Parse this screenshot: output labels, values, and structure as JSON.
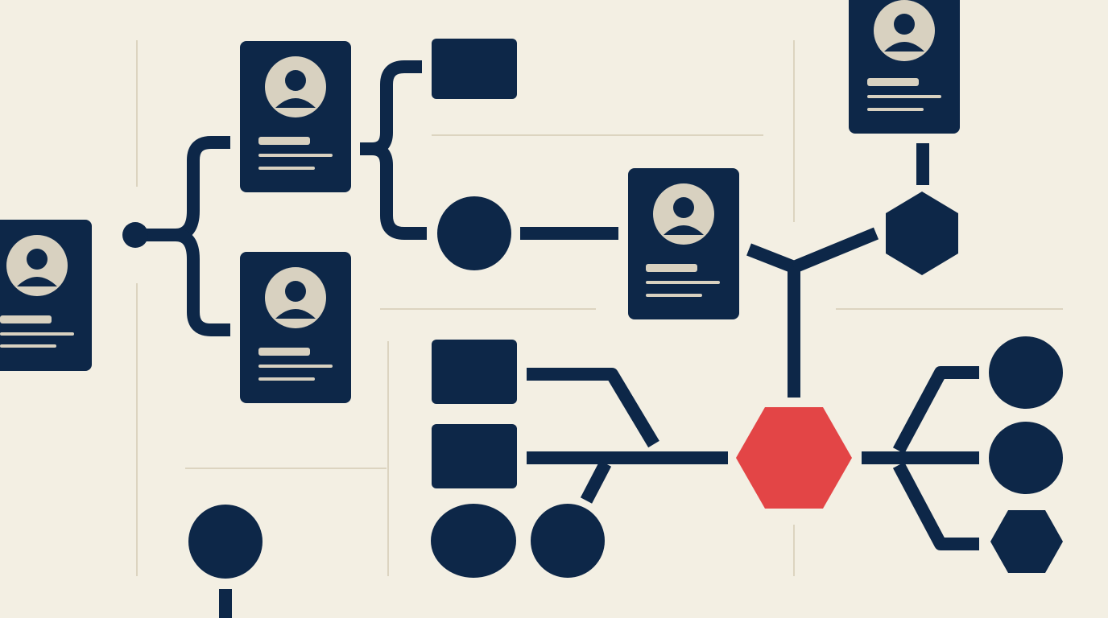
{
  "colors": {
    "background": "#f3efe3",
    "navy": "#0d2748",
    "accent_red": "#e34546",
    "avatar_fill": "#d8d1c0",
    "text_line": "#d8d1c0",
    "guide_line": "#dcd4c0"
  },
  "diagram": {
    "description_visible_text": "",
    "profile_cards": [
      {
        "id": "card-left",
        "icon": "user-avatar-icon"
      },
      {
        "id": "card-top",
        "icon": "user-avatar-icon"
      },
      {
        "id": "card-mid-left",
        "icon": "user-avatar-icon"
      },
      {
        "id": "card-center",
        "icon": "user-avatar-icon"
      },
      {
        "id": "card-top-right",
        "icon": "user-avatar-icon"
      }
    ],
    "highlight_node": {
      "shape": "hexagon",
      "color": "accent_red"
    }
  }
}
